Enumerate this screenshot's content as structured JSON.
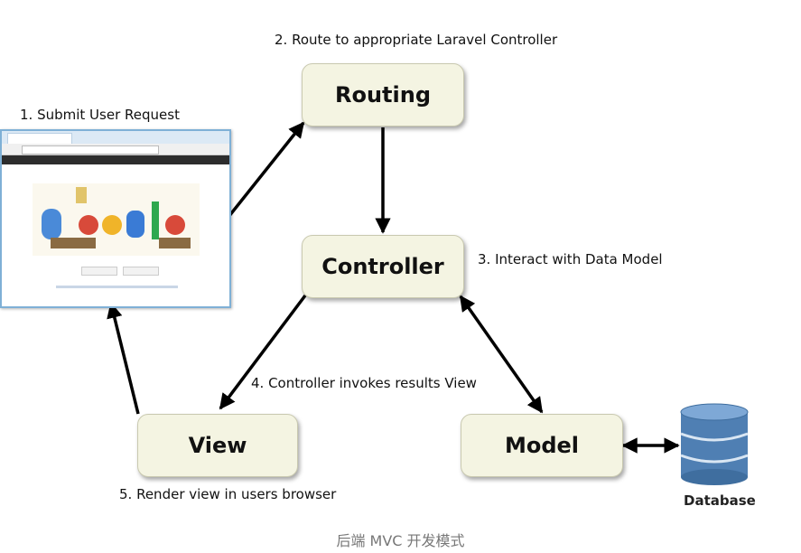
{
  "nodes": {
    "routing": "Routing",
    "controller": "Controller",
    "view": "View",
    "model": "Model"
  },
  "steps": {
    "s1": "1. Submit User Request",
    "s2": "2. Route to appropriate Laravel Controller",
    "s3": "3. Interact with Data Model",
    "s4": "4. Controller invokes results View",
    "s5": "5. Render view in users browser"
  },
  "database_label": "Database",
  "caption": "后端 MVC 开发模式",
  "colors": {
    "node_fill": "#f4f4e2",
    "arrow": "#000000",
    "database": "#4f7fb3",
    "caption": "#777777"
  },
  "icons": [
    "browser-window-icon",
    "database-icon"
  ]
}
